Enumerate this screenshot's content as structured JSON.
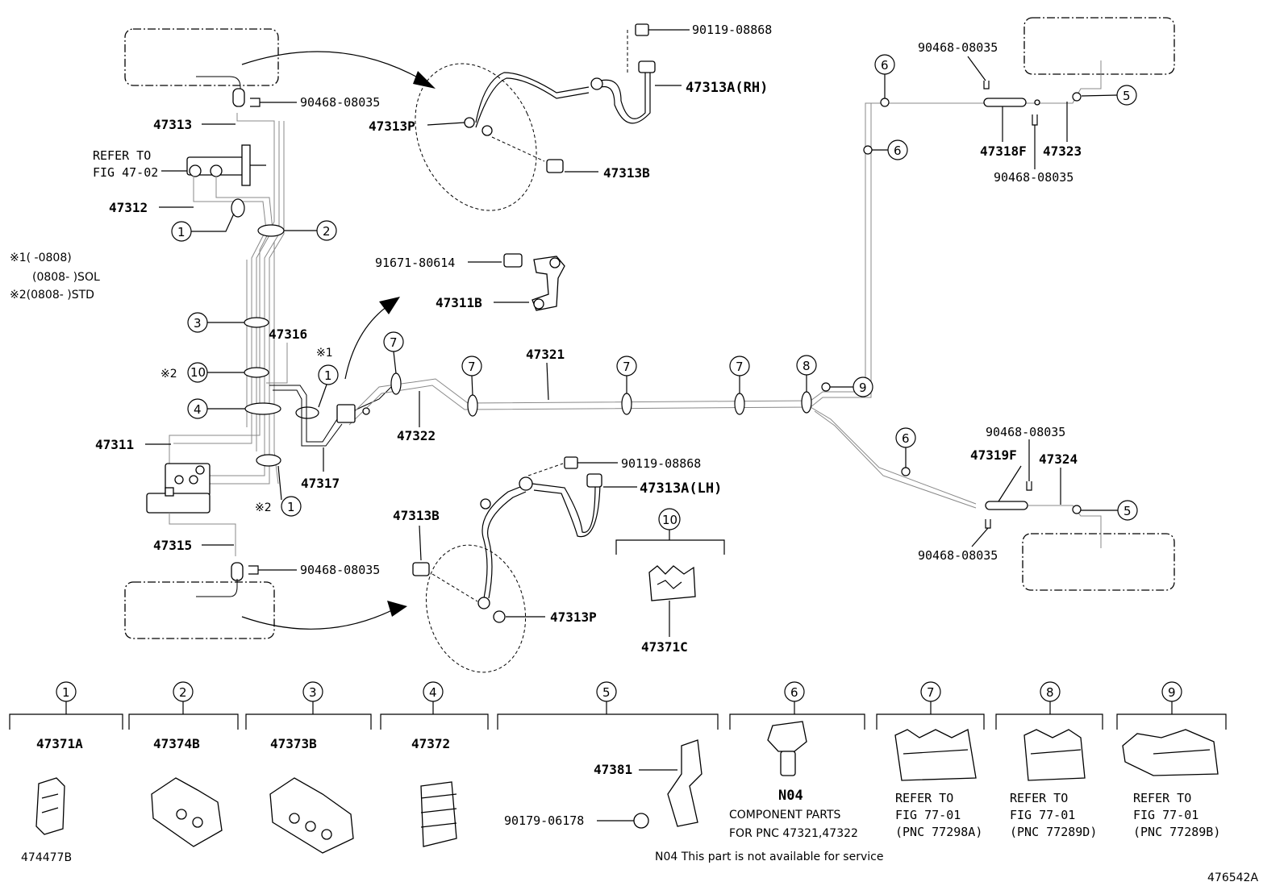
{
  "notes": {
    "n1": "※1(    -0808)",
    "n2": "(0808-    )SOL",
    "n3": "※2(0808-    )STD"
  },
  "labels": {
    "p90119_top": "90119-08868",
    "p47313A_rh": "47313A(RH)",
    "p90468_a": "90468-08035",
    "p47313": "47313",
    "p47313P_top": "47313P",
    "refer_fig_4702_l1": "REFER TO",
    "refer_fig_4702_l2": "FIG 47-02",
    "p47313B_top": "47313B",
    "p47312": "47312",
    "p91671": "91671-80614",
    "p47311B": "47311B",
    "p47316": "47316",
    "p47321": "47321",
    "p47322": "47322",
    "p47311": "47311",
    "p47317": "47317",
    "p90119_bot": "90119-08868",
    "p47313A_lh": "47313A(LH)",
    "p47313B_bot": "47313B",
    "p47315": "47315",
    "p90468_b": "90468-08035",
    "p47313P_bot": "47313P",
    "p47371C": "47371C",
    "p90468_tr1": "90468-08035",
    "p47318F": "47318F",
    "p47323": "47323",
    "p90468_tr2": "90468-08035",
    "p90468_br1": "90468-08035",
    "p47319F": "47319F",
    "p47324": "47324",
    "p90468_br2": "90468-08035",
    "mark1": "※1",
    "mark2a": "※2",
    "mark2b": "※2"
  },
  "callouts": {
    "c1": "1",
    "c2": "2",
    "c3": "3",
    "c4": "4",
    "c5": "5",
    "c6": "6",
    "c7": "7",
    "c8": "8",
    "c9": "9",
    "c10": "10"
  },
  "legend": [
    {
      "num": "1",
      "part": "47371A",
      "extra": "474477B"
    },
    {
      "num": "2",
      "part": "47374B"
    },
    {
      "num": "3",
      "part": "47373B"
    },
    {
      "num": "4",
      "part": "47372"
    },
    {
      "num": "5",
      "part": "47381",
      "extra": "90179-06178"
    },
    {
      "num": "6",
      "part": "N04",
      "desc1": "COMPONENT PARTS",
      "desc2": "FOR PNC 47321,47322"
    },
    {
      "num": "7",
      "ref1": "REFER TO",
      "ref2": "FIG 77-01",
      "ref3": "(PNC 77298A)"
    },
    {
      "num": "8",
      "ref1": "REFER TO",
      "ref2": "FIG 77-01",
      "ref3": "(PNC 77289D)"
    },
    {
      "num": "9",
      "ref1": "REFER TO",
      "ref2": "FIG 77-01",
      "ref3": "(PNC 77289B)"
    }
  ],
  "footer": {
    "n04_note": "N04  This part is not available for service",
    "figure_id": "476542A"
  }
}
